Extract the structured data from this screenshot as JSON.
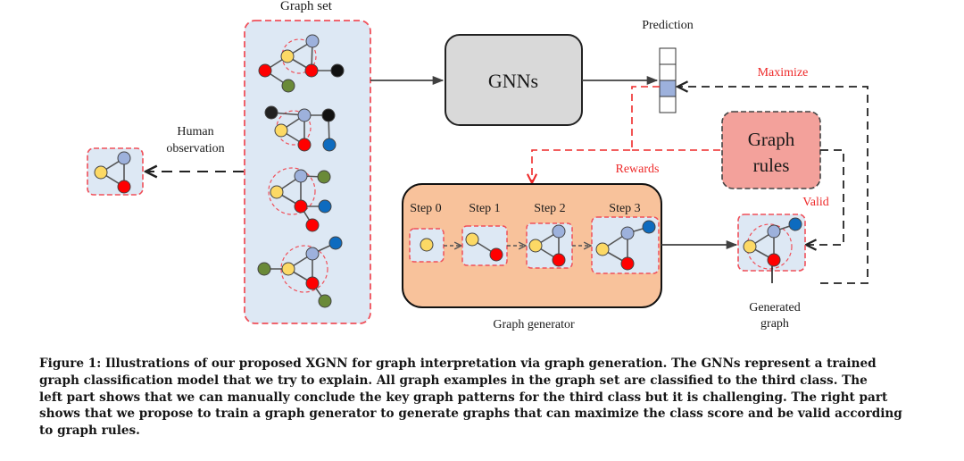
{
  "figure": {
    "labels": {
      "graph_set": "Graph set",
      "human_observation_line1": "Human",
      "human_observation_line2": "observation",
      "gnns": "GNNs",
      "prediction": "Prediction",
      "maximize": "Maximize",
      "graph_rules_line1": "Graph",
      "graph_rules_line2": "rules",
      "rewards": "Rewards",
      "valid": "Valid",
      "step0": "Step 0",
      "step1": "Step 1",
      "step2": "Step 2",
      "step3": "Step 3",
      "graph_generator": "Graph generator",
      "generated_graph_line1": "Generated",
      "generated_graph_line2": "graph"
    },
    "colors": {
      "node_yellow": "#fcd965",
      "node_lightblue": "#9db1dc",
      "node_red": "#ff0000",
      "node_black": "#111111",
      "node_green": "#6a8a38",
      "node_blue": "#0d6bbf",
      "panel_fill": "#dde8f4",
      "dash_red": "#f0505a",
      "gnn_fill": "#d9d9d9",
      "rules_fill": "#f3a19b",
      "generator_fill": "#f8c29b",
      "prediction_highlight": "#9db1dc"
    },
    "prediction_vector": {
      "cells": 4,
      "highlighted_index": 2
    }
  },
  "caption": {
    "lines": [
      "Figure 1: Illustrations of our proposed XGNN for graph interpretation via graph generation. The GNNs represent a trained",
      "graph classification model that we try to explain. All graph examples in the graph set are classified to the third class. The",
      "left part shows that we can manually conclude the key graph patterns for the third class but it is challenging. The right part",
      "shows that we propose to train a graph generator to generate graphs that can maximize the class score and be valid according",
      "to graph rules."
    ]
  }
}
